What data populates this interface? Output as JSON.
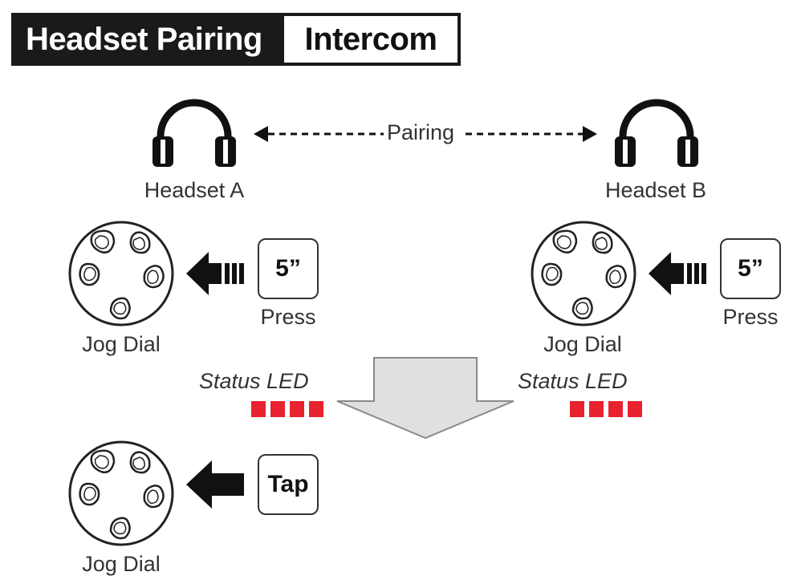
{
  "header": {
    "title_primary": "Headset Pairing",
    "title_secondary": "Intercom"
  },
  "pairing": {
    "label": "Pairing",
    "headset_a": "Headset A",
    "headset_b": "Headset B"
  },
  "step1": {
    "left": {
      "key": "5”",
      "action": "Press",
      "dial": "Jog Dial",
      "led_label": "Status LED"
    },
    "right": {
      "key": "5”",
      "action": "Press",
      "dial": "Jog Dial",
      "led_label": "Status LED"
    }
  },
  "step2": {
    "left": {
      "key": "Tap",
      "dial": "Jog Dial"
    }
  },
  "colors": {
    "led": "#e8232f",
    "arrow_fill": "#e0e0e0",
    "dark": "#1a1a1a"
  },
  "icons": [
    "headphones-icon",
    "jog-dial-icon",
    "press-arrow-icon",
    "tap-arrow-icon",
    "down-arrow-icon"
  ]
}
